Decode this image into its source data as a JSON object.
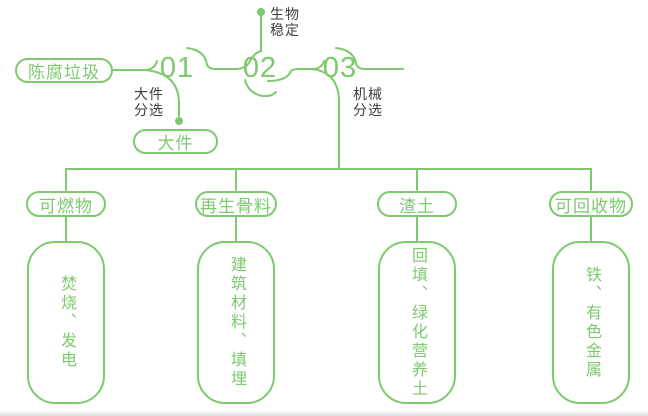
{
  "colors": {
    "accent_green": "#7cc96e",
    "label_gray": "#3e3e3e",
    "background": "#ffffff"
  },
  "diagram": {
    "source": {
      "label": "陈腐垃圾"
    },
    "steps": [
      {
        "number": "01",
        "process_label": "大件\n分选",
        "branch_output": "大件"
      },
      {
        "number": "02",
        "process_label": "生物\n稳定"
      },
      {
        "number": "03",
        "process_label": "机械\n分选"
      }
    ],
    "outputs": [
      {
        "category": "可燃物",
        "result": "焚烧、发电"
      },
      {
        "category": "再生骨料",
        "result": "建筑材料、填埋"
      },
      {
        "category": "渣土",
        "result": "回填、绿化营养土"
      },
      {
        "category": "可回收物",
        "result": "铁、有色金属"
      }
    ]
  }
}
